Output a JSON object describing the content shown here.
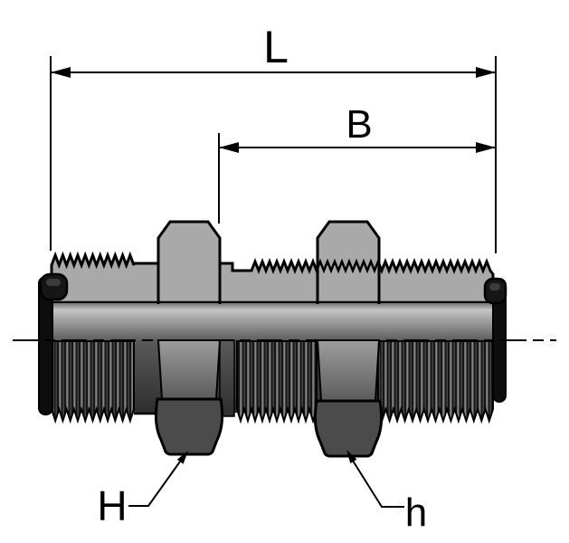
{
  "drawing": {
    "type": "bulkhead-union-fitting-cross-section",
    "labels": {
      "overall_length": "L",
      "bulkhead_length": "B",
      "large_hex": "H",
      "small_hex": "h"
    },
    "colors": {
      "line": "#000000",
      "body_gray": "#a9a9a9",
      "nut_dark": "#4b4b4b",
      "seal_black": "#111111",
      "background": "#ffffff"
    }
  }
}
